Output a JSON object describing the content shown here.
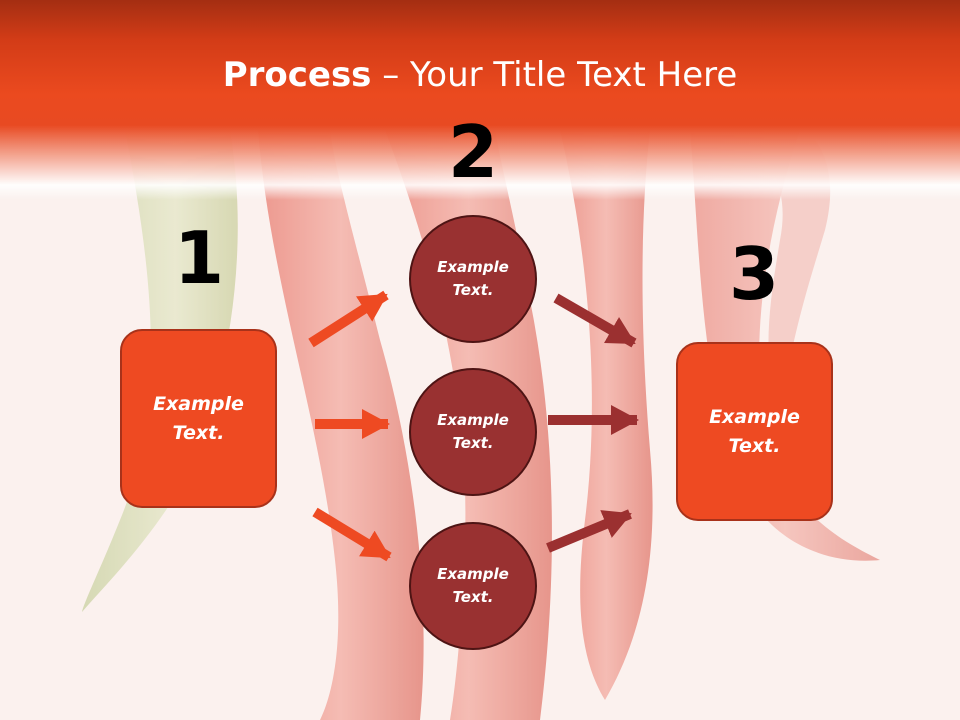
{
  "title": {
    "bold": "Process",
    "rest": " – Your Title Text Here"
  },
  "steps": {
    "one": "1",
    "two": "2",
    "three": "3"
  },
  "left_box": {
    "text": "Example\nText."
  },
  "circles": [
    {
      "text": "Example\nText."
    },
    {
      "text": "Example\nText."
    },
    {
      "text": "Example\nText."
    }
  ],
  "right_box": {
    "text": "Example\nText."
  },
  "colors": {
    "header": "#eb4a1f",
    "box": "#ee4a22",
    "circle": "#993131",
    "arrow_left": "#ee4a22",
    "arrow_right": "#9b3030"
  }
}
